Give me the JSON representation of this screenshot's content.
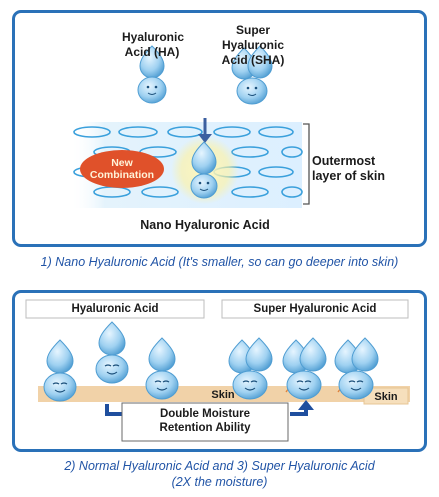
{
  "figure1": {
    "label_ha": "Hyaluronic\nAcid (HA)",
    "label_sha": "Super\nHyaluronic\nAcid (SHA)",
    "label_new": "New\nCombination",
    "label_outermost": "Outermost\nlayer of skin",
    "label_nano": "Nano Hyaluronic Acid",
    "caption": "1) Nano Hyaluronic Acid (It's smaller, so can go deeper into skin)"
  },
  "figure2": {
    "label_ha": "Hyaluronic Acid",
    "label_sha": "Super Hyaluronic Acid",
    "skin_left": "Skin",
    "skin_right": "Skin",
    "retention": "Double Moisture\nRetention Ability",
    "caption_line1": "2) Normal Hyaluronic Acid and 3) Super Hyaluronic Acid",
    "caption_line2": "(2X the moisture)"
  },
  "colors": {
    "frame": "#2a71b8",
    "caption": "#2154a6",
    "droplet": "#7fbfe8",
    "skin_band": "#f1d2a8",
    "new_combination": "#e0512a"
  }
}
